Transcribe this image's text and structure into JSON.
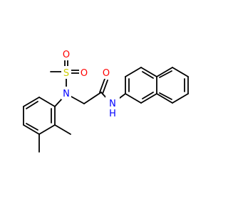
{
  "molecule": {
    "atoms": {
      "S": {
        "text": "S",
        "color": "#cccc00"
      },
      "O1": {
        "text": "O",
        "color": "#ff0000"
      },
      "O2": {
        "text": "O",
        "color": "#ff0000"
      },
      "N_sulfonamide": {
        "text": "N",
        "color": "#0000ff"
      },
      "O_carbonyl": {
        "text": "O",
        "color": "#ff0000"
      },
      "N_amide": {
        "text": "N",
        "color": "#0000ff"
      },
      "H_amide": {
        "text": "H",
        "color": "#0000ff"
      }
    },
    "bond_color": "#000000"
  }
}
